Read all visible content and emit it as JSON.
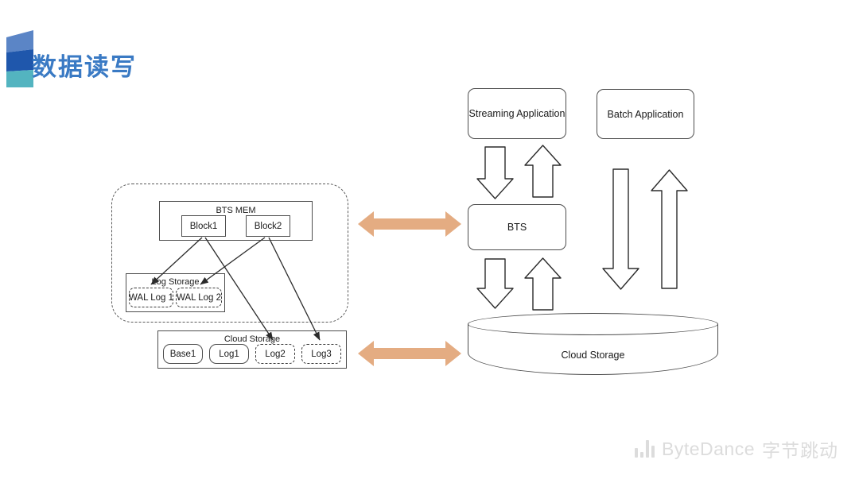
{
  "header": {
    "title": "数据读写",
    "title_color": "#3a7ac4",
    "logo_name": "bytedance-parallelogram-mark"
  },
  "left_diagram": {
    "container_name": "bts-node-dashed-container",
    "mem": {
      "label": "BTS MEM",
      "blocks": [
        {
          "label": "Block1"
        },
        {
          "label": "Block2"
        }
      ]
    },
    "log_storage": {
      "label": "Log Storage",
      "logs": [
        {
          "label": "WAL Log 1",
          "style": "dashed"
        },
        {
          "label": "WAL Log 2",
          "style": "dashed"
        }
      ]
    },
    "cloud_storage": {
      "label": "Cloud Storage",
      "items": [
        {
          "label": "Base1",
          "style": "solid"
        },
        {
          "label": "Log1",
          "style": "solid"
        },
        {
          "label": "Log2",
          "style": "dashed"
        },
        {
          "label": "Log3",
          "style": "dashed"
        }
      ]
    }
  },
  "connectors": {
    "color": "#e4ac82",
    "arrows": [
      {
        "name": "mem-to-bts-bidirectional-arrow"
      },
      {
        "name": "cloudstorage-to-cloudstorage-bidirectional-arrow"
      }
    ]
  },
  "right_diagram": {
    "streaming_application": {
      "label": "Streaming Application"
    },
    "batch_application": {
      "label": "Batch Application"
    },
    "bts": {
      "label": "BTS"
    },
    "cloud_storage": {
      "label": "Cloud Storage"
    },
    "flow_arrows": [
      {
        "name": "streaming-to-bts-write-arrow",
        "direction": "down"
      },
      {
        "name": "bts-to-streaming-read-arrow",
        "direction": "up"
      },
      {
        "name": "bts-to-cloudstorage-write-arrow",
        "direction": "down"
      },
      {
        "name": "cloudstorage-to-bts-read-arrow",
        "direction": "up"
      },
      {
        "name": "batch-to-cloudstorage-write-arrow",
        "direction": "down"
      },
      {
        "name": "cloudstorage-to-batch-read-arrow",
        "direction": "up"
      }
    ]
  },
  "footer": {
    "brand_name": "ByteDance",
    "brand_name_cn": "字节跳动"
  }
}
